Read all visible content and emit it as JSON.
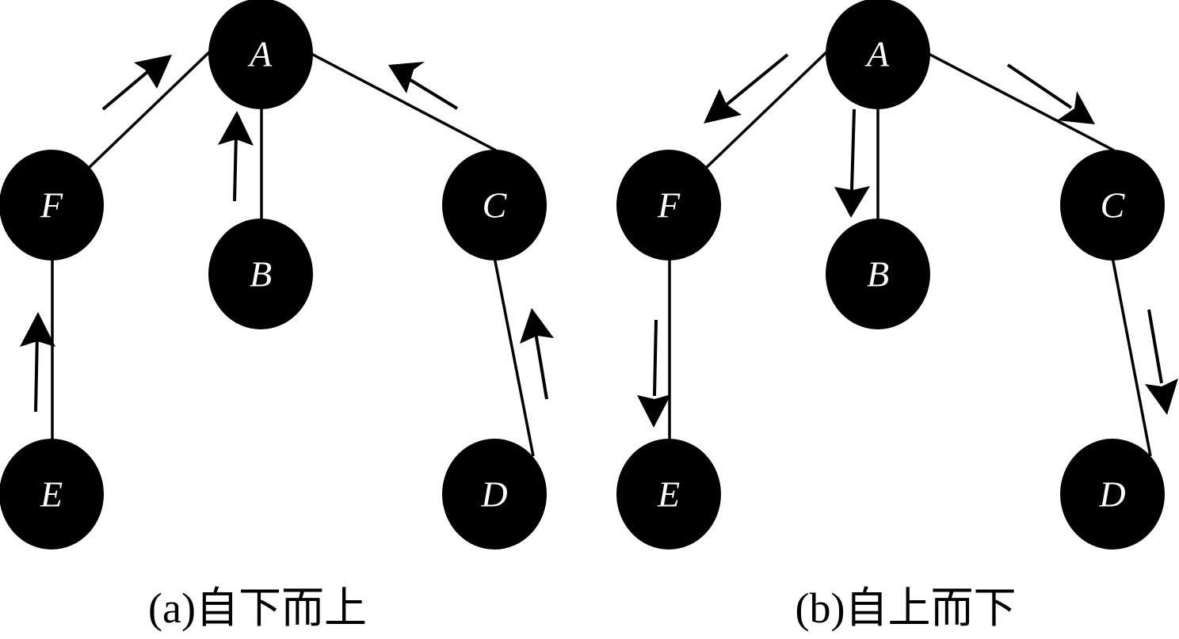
{
  "panels": [
    {
      "id": "a",
      "caption": "(a)自下而上",
      "direction": "bottom-up",
      "nodes": [
        {
          "id": "A",
          "label": "A"
        },
        {
          "id": "F",
          "label": "F"
        },
        {
          "id": "B",
          "label": "B"
        },
        {
          "id": "C",
          "label": "C"
        },
        {
          "id": "E",
          "label": "E"
        },
        {
          "id": "D",
          "label": "D"
        }
      ],
      "edges": [
        [
          "A",
          "F"
        ],
        [
          "A",
          "B"
        ],
        [
          "A",
          "C"
        ],
        [
          "F",
          "E"
        ],
        [
          "C",
          "D"
        ]
      ]
    },
    {
      "id": "b",
      "caption": "(b)自上而下",
      "direction": "top-down",
      "nodes": [
        {
          "id": "A",
          "label": "A"
        },
        {
          "id": "F",
          "label": "F"
        },
        {
          "id": "B",
          "label": "B"
        },
        {
          "id": "C",
          "label": "C"
        },
        {
          "id": "E",
          "label": "E"
        },
        {
          "id": "D",
          "label": "D"
        }
      ],
      "edges": [
        [
          "A",
          "F"
        ],
        [
          "A",
          "B"
        ],
        [
          "A",
          "C"
        ],
        [
          "F",
          "E"
        ],
        [
          "C",
          "D"
        ]
      ]
    }
  ],
  "colors": {
    "node_fill": "#000000",
    "node_label": "#ffffff",
    "edge": "#000000",
    "background": "#ffffff"
  }
}
